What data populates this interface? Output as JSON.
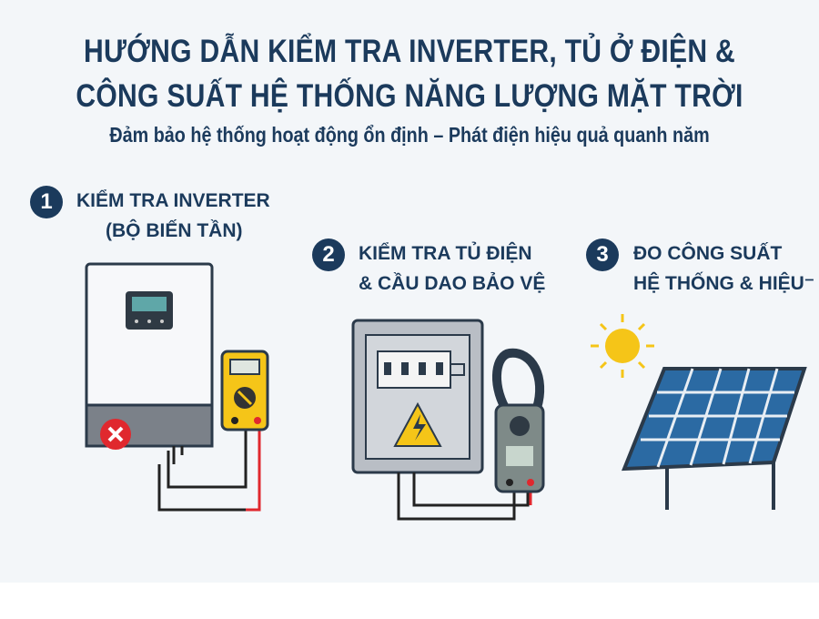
{
  "title": {
    "line1": "HƯỚNG DẪN KIỂM TRA INVERTER, TỦ Ở ĐIỆN &",
    "line2": "CÔNG SUẤT HỆ THỐNG NĂNG LƯỢNG MẶT TRỜI",
    "subtitle": "Đảm bảo hệ thống hoạt động ổn định – Phát điện hiệu quả quanh năm"
  },
  "steps": [
    {
      "number": "1",
      "line1": "KIỂM TRA INVERTER",
      "line2": "(BỘ BIẾN TẦN)",
      "icon": "inverter-multimeter-icon"
    },
    {
      "number": "2",
      "line1": "KIỂM TRA TỦ ĐIỆN",
      "line2": "& CẦU DAO BẢO VỆ",
      "icon": "electrical-cabinet-clamp-meter-icon"
    },
    {
      "number": "3",
      "line1": "ĐO CÔNG SUẤT",
      "line2": "HỆ THỐNG & HIỆU⁻",
      "icon": "solar-panel-sun-icon"
    }
  ],
  "colors": {
    "navy": "#1b3a5c",
    "yellow": "#f5c518",
    "red": "#e0282e",
    "background": "#f3f6f9"
  }
}
